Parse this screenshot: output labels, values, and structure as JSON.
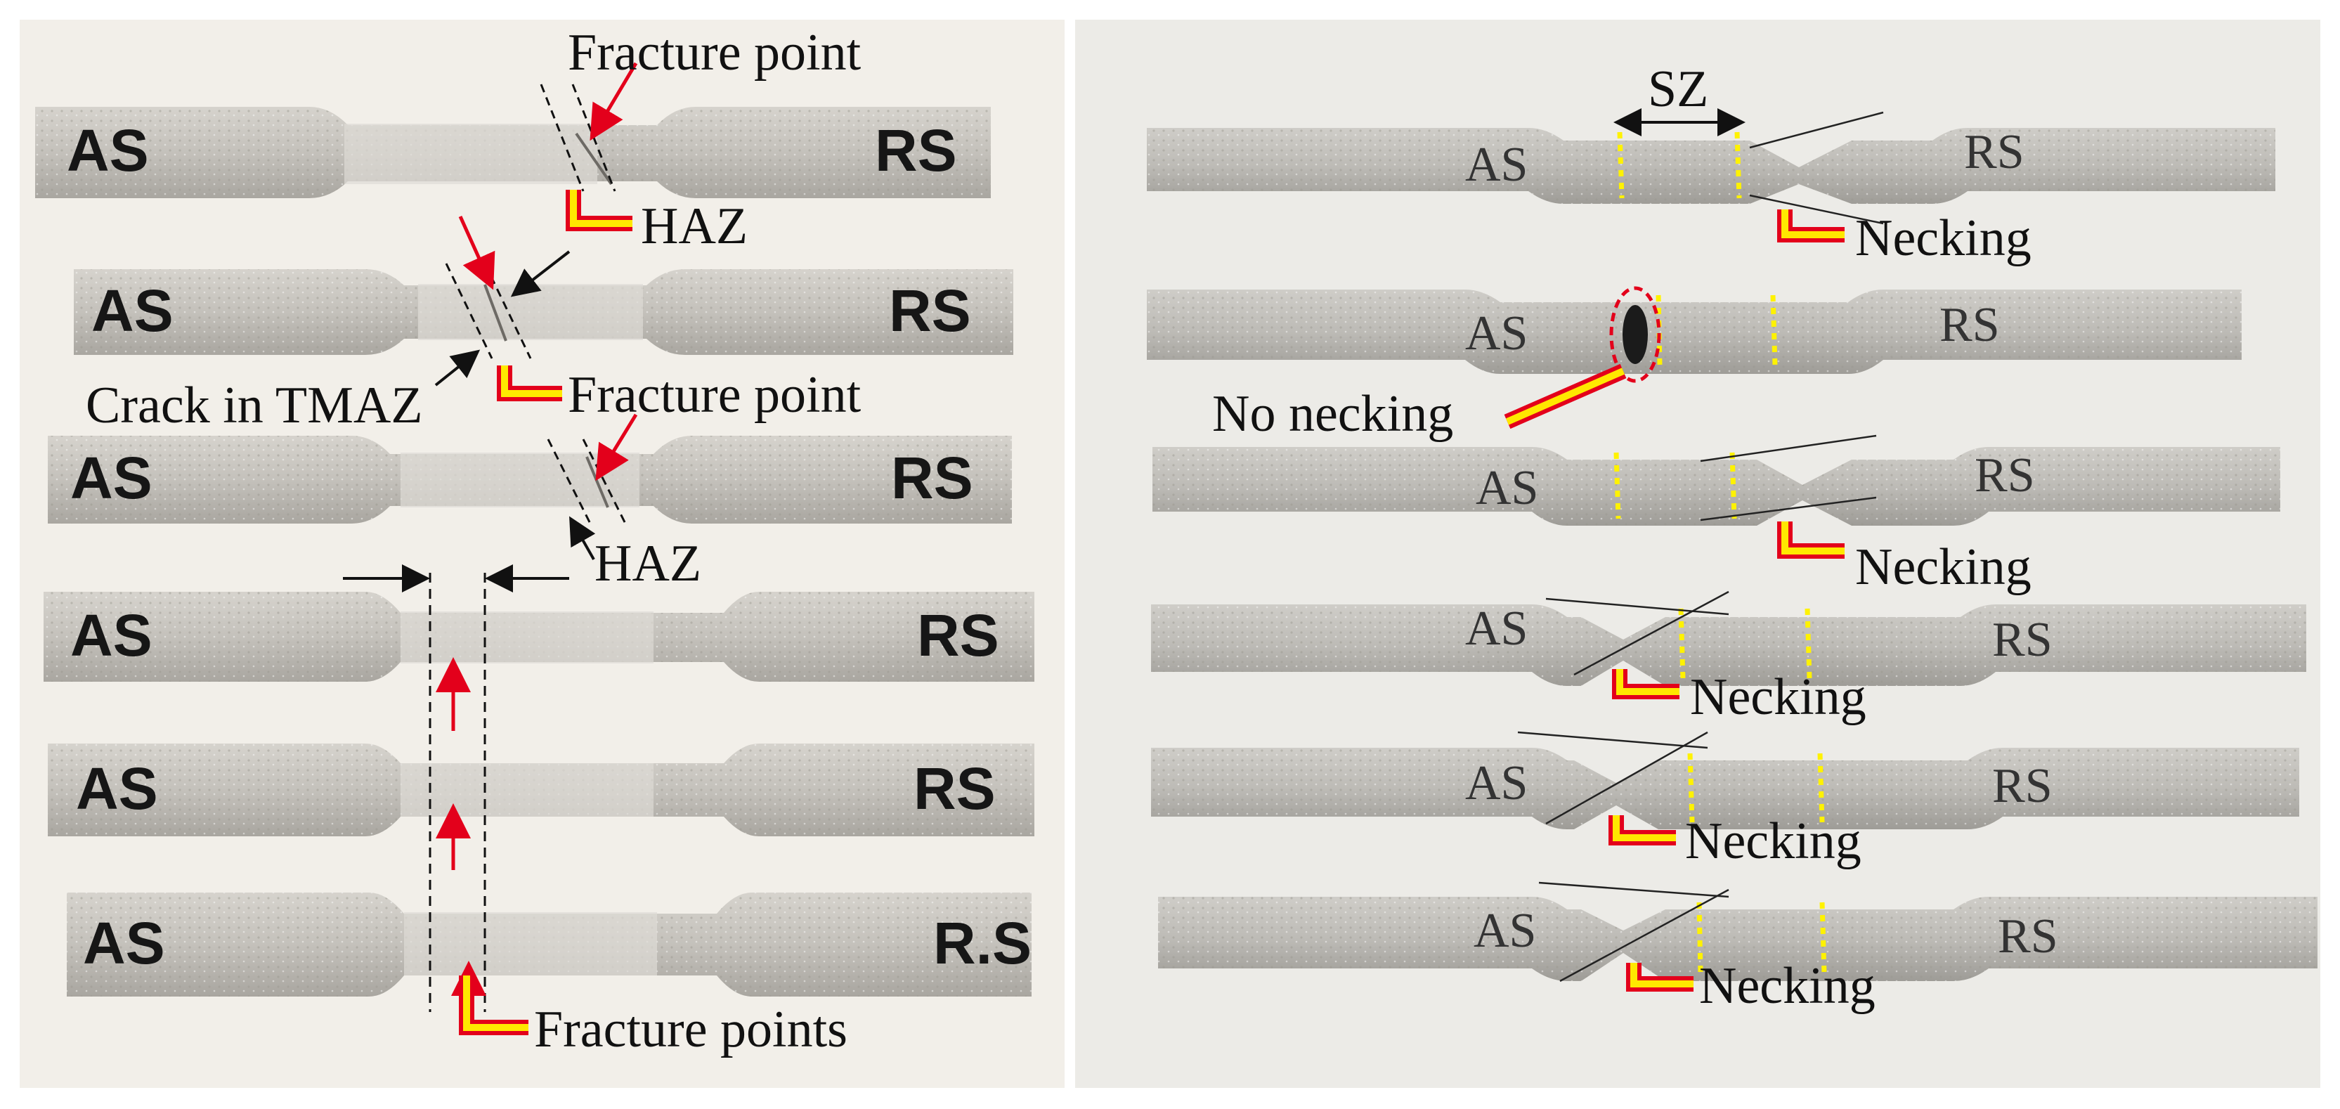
{
  "annotations": {
    "fracture_point": "Fracture point",
    "haz": "HAZ",
    "crack_in_tmaz": "Crack in TMAZ",
    "fracture_points": "Fracture points",
    "sz": "SZ",
    "necking": "Necking",
    "no_necking": "No necking"
  },
  "specimen_labels": {
    "advancing_side": "AS",
    "retreating_side": "RS",
    "retreating_side_dotted": "R.S"
  },
  "colors": {
    "background": "#ffffff",
    "panel_left": "#f2efe9",
    "panel_right": "#ecebe7",
    "specimen_metal": "#c9c6c0",
    "weld_zone": "#dedbd5",
    "red_arrow": "#e3001b",
    "callout_fill": "#ffe800",
    "callout_outline": "#e3001b",
    "sz_dotted_line": "#fff200",
    "leader_line": "#111111"
  }
}
